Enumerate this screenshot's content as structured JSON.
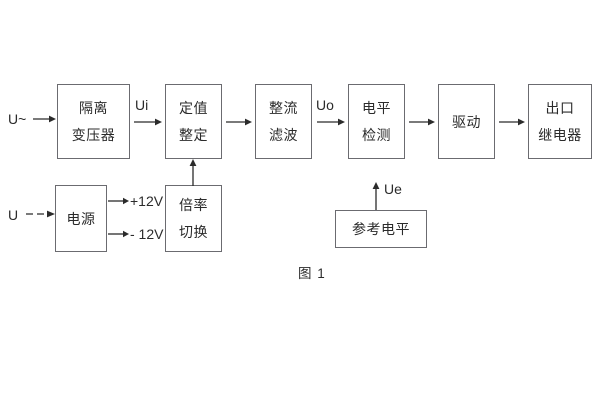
{
  "figure": {
    "caption": "图 1",
    "stroke_color": "#6b6b70",
    "text_color": "#2b2b2b"
  },
  "inputs": {
    "ac_source": "U~",
    "dc_source": "U"
  },
  "signals": {
    "ui": "Ui",
    "uo": "Uo",
    "ue": "Ue"
  },
  "power_rails": {
    "positive": "+12V",
    "negative": "- 12V"
  },
  "blocks": {
    "isolation_transformer": {
      "line1": "隔离",
      "line2": "变压器"
    },
    "setting_value": {
      "line1": "定值",
      "line2": "整定"
    },
    "rectifier_filter": {
      "line1": "整流",
      "line2": "滤波"
    },
    "level_detection": {
      "line1": "电平",
      "line2": "检测"
    },
    "drive": {
      "line1": "驱动"
    },
    "output_relay": {
      "line1": "出口",
      "line2": "继电器"
    },
    "power_supply": {
      "line1": "电源"
    },
    "multiplier_switch": {
      "line1": "倍率",
      "line2": "切换"
    },
    "reference_level": {
      "line1": "参考电平"
    }
  }
}
